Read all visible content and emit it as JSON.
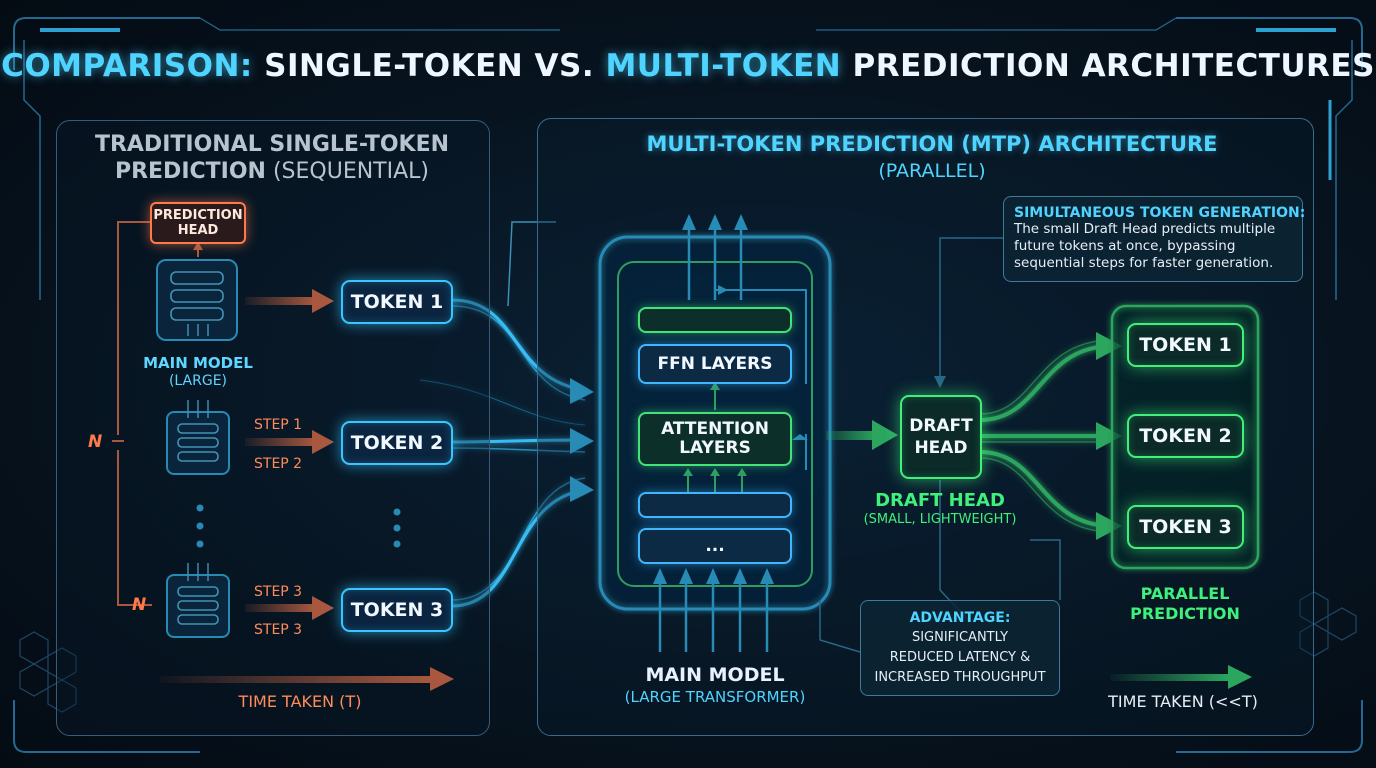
{
  "title": {
    "part1": "COMPARISON:",
    "part2": " SINGLE-TOKEN VS. ",
    "part3": "MULTI-TOKEN",
    "part4": " PREDICTION ARCHITECTURES"
  },
  "left": {
    "heading_line1": "TRADITIONAL SINGLE-TOKEN",
    "heading_line2_bold": "PREDICTION",
    "heading_line2_rest": " (SEQUENTIAL)",
    "prediction_head": [
      "PREDICTION",
      "HEAD"
    ],
    "main_model": "MAIN MODEL",
    "main_model_size": "(LARGE)",
    "n_label": "N",
    "n_label_bottom": "N",
    "step1": "STEP 1",
    "step2": "STEP 2",
    "step3a": "STEP 3",
    "step3b": "STEP 3",
    "tokens": [
      "TOKEN 1",
      "TOKEN 2",
      "TOKEN 3"
    ],
    "time": "TIME TAKEN (T)"
  },
  "right": {
    "heading_line1": "MULTI-TOKEN PREDICTION (MTP) ARCHITECTURE",
    "heading_line2": "(PARALLEL)",
    "ffn": "FFN LAYERS",
    "attention": [
      "ATTENTION",
      "LAYERS"
    ],
    "ellipsis": "...",
    "main_model": "MAIN MODEL",
    "main_model_sub": "(LARGE TRANSFORMER)",
    "draft_box": [
      "DRAFT",
      "HEAD"
    ],
    "draft_label": "DRAFT HEAD",
    "draft_sub": "(SMALL, LIGHTWEIGHT)",
    "sim_title": "SIMULTANEOUS TOKEN GENERATION:",
    "sim_body": [
      "The small Draft Head predicts multiple",
      "future tokens at once, bypassing",
      "sequential steps for faster generation."
    ],
    "advantage_title": "ADVANTAGE:",
    "advantage_body": [
      "SIGNIFICANTLY",
      "REDUCED LATENCY &",
      "INCREASED THROUGHPUT"
    ],
    "tokens": [
      "TOKEN 1",
      "TOKEN 2",
      "TOKEN 3"
    ],
    "parallel": [
      "PARALLEL",
      "PREDICTION"
    ],
    "time": "TIME TAKEN (<<T)"
  },
  "colors": {
    "cyan": "#4fd3ff",
    "orange": "#ff7a4a",
    "green": "#3ff07a",
    "blue": "#38c6ff"
  }
}
